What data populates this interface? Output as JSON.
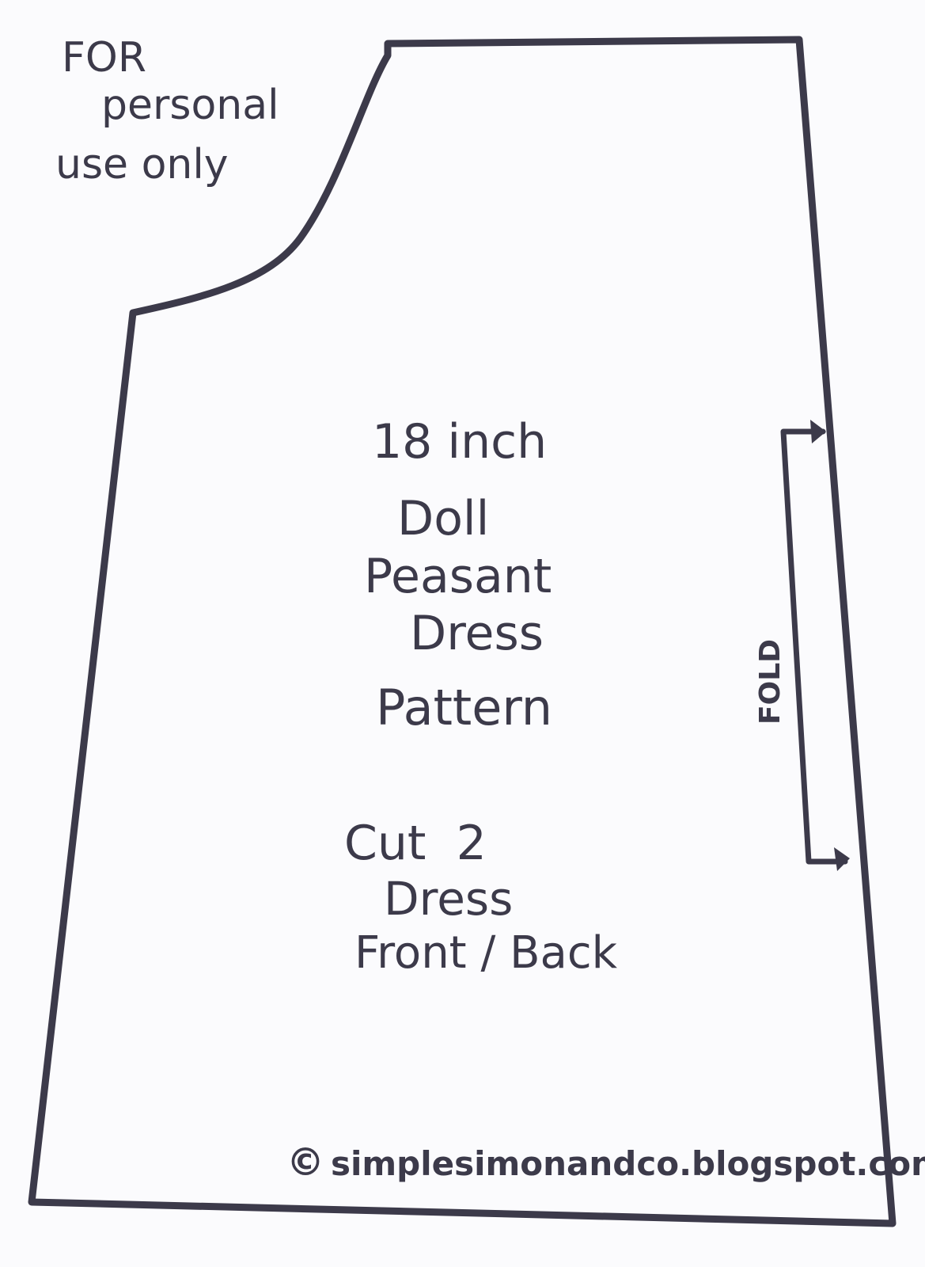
{
  "notice": {
    "line1": "FOR",
    "line2": "personal",
    "line3": "use only"
  },
  "title": {
    "line1": "18 inch",
    "line2": "Doll",
    "line3": "Peasant",
    "line4": "Dress",
    "line5": "Pattern"
  },
  "instructions": {
    "line1": "Cut  2",
    "line2": "Dress",
    "line3": "Front / Back"
  },
  "fold_label": "FOLD",
  "copyright": {
    "symbol": "©",
    "site": "simplesimonandco.blogspot.com"
  },
  "colors": {
    "ink": "#3c3a4a",
    "paper": "#fbfbfd"
  }
}
